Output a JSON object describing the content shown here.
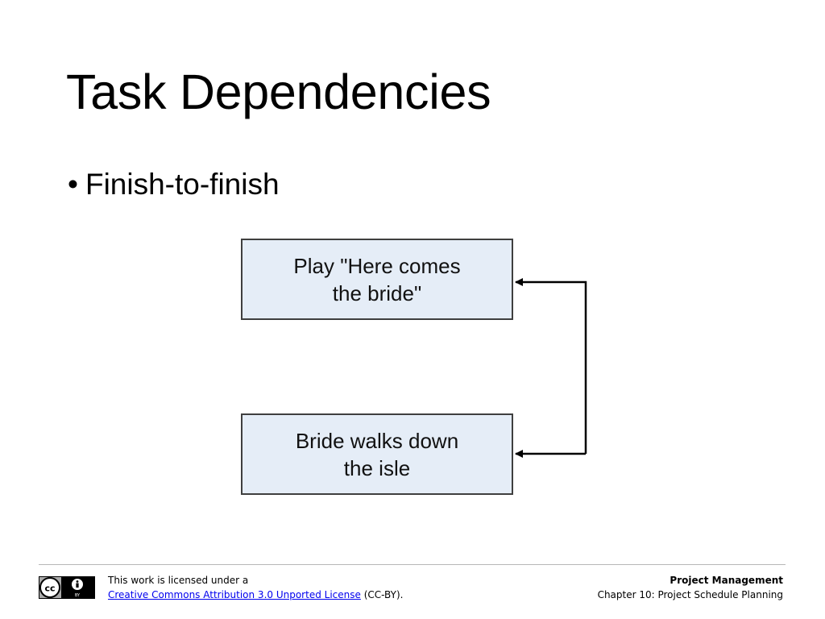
{
  "slide": {
    "title": "Task Dependencies",
    "bullets": [
      "Finish-to-finish"
    ]
  },
  "diagram": {
    "tasks": [
      {
        "line1": "Play \"Here comes",
        "line2": "the bride\""
      },
      {
        "line1": "Bride walks down",
        "line2": "the isle"
      }
    ],
    "colors": {
      "box_fill": "#e5edf7",
      "box_border": "#3f3f3f",
      "arrow": "#000000"
    }
  },
  "footer": {
    "license_prefix": "This work is licensed under a",
    "license_link": "Creative Commons Attribution 3.0 Unported License",
    "license_suffix": "(CC-BY).",
    "course_title": "Project Management",
    "chapter": "Chapter 10: Project Schedule Planning",
    "badge_text": "BY",
    "cc_icon": "creative-commons-icon",
    "by_icon": "attribution-icon"
  }
}
